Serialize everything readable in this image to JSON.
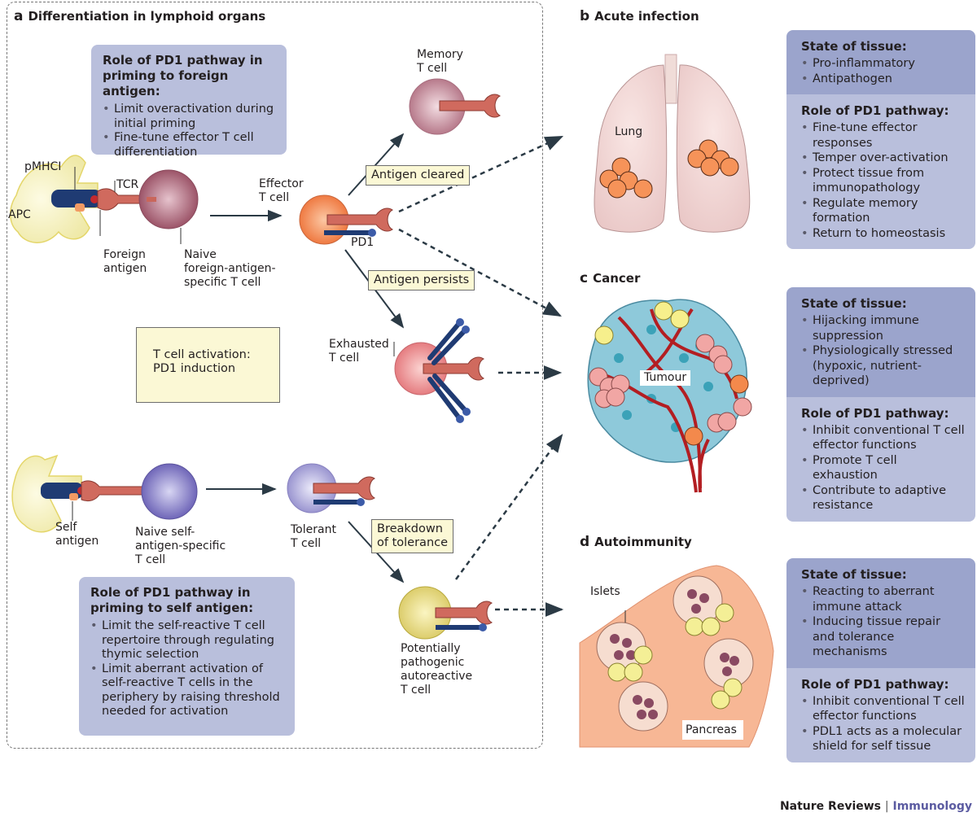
{
  "panels": {
    "a": {
      "letter": "a",
      "title": "Differentiation in lymphoid organs"
    },
    "b": {
      "letter": "b",
      "title": "Acute infection"
    },
    "c": {
      "letter": "c",
      "title": "Cancer"
    },
    "d": {
      "letter": "d",
      "title": "Autoimmunity"
    }
  },
  "foreign_priming_box": {
    "heading": "Role of PD1 pathway in priming to foreign antigen:",
    "bullets": [
      "Limit overactivation during initial priming",
      "Fine-tune effector T cell differentiation"
    ]
  },
  "self_priming_box": {
    "heading": "Role of PD1 pathway in priming to self antigen:",
    "bullets": [
      "Limit the self-reactive T cell repertoire through regulating thymic selection",
      "Limit aberrant activation of self-reactive T cells in the periphery by raising threshold needed for activation"
    ]
  },
  "activation_box": {
    "line1": "T cell activation:",
    "line2": "PD1 induction"
  },
  "condition_labels": {
    "antigen_cleared": "Antigen cleared",
    "antigen_persists": "Antigen persists",
    "breakdown_line1": "Breakdown",
    "breakdown_line2": "of tolerance"
  },
  "cell_labels": {
    "pmhci": "pMHCI",
    "tcr": "TCR",
    "apc": "APC",
    "foreign_antigen_1": "Foreign",
    "foreign_antigen_2": "antigen",
    "naive_foreign_1": "Naive",
    "naive_foreign_2": "foreign-antigen-",
    "naive_foreign_3": "specific T cell",
    "effector_1": "Effector",
    "effector_2": "T cell",
    "pd1": "PD1",
    "memory_1": "Memory",
    "memory_2": "T cell",
    "exhausted_1": "Exhausted",
    "exhausted_2": "T cell",
    "self_antigen_1": "Self",
    "self_antigen_2": "antigen",
    "naive_self_1": "Naive self-",
    "naive_self_2": "antigen-specific",
    "naive_self_3": "T cell",
    "tolerant_1": "Tolerant",
    "tolerant_2": "T cell",
    "pathogenic_1": "Potentially",
    "pathogenic_2": "pathogenic",
    "pathogenic_3": "autoreactive",
    "pathogenic_4": "T cell"
  },
  "tissue_labels": {
    "lung": "Lung",
    "tumour": "Tumour",
    "islets": "Islets",
    "pancreas": "Pancreas"
  },
  "side_boxes": {
    "acute": {
      "state_heading": "State of tissue:",
      "state_items": [
        "Pro-inflammatory",
        "Antipathogen"
      ],
      "role_heading": "Role of PD1 pathway:",
      "role_items": [
        "Fine-tune effector responses",
        "Temper over-activation",
        "Protect tissue from immunopathology",
        "Regulate memory formation",
        "Return to homeostasis"
      ]
    },
    "cancer": {
      "state_heading": "State of tissue:",
      "state_items": [
        "Hijacking immune suppression",
        "Physiologically stressed (hypoxic, nutrient-deprived)"
      ],
      "role_heading": "Role of PD1 pathway:",
      "role_items": [
        "Inhibit conventional T cell effector functions",
        "Promote T cell exhaustion",
        "Contribute to adaptive resistance"
      ]
    },
    "autoimmunity": {
      "state_heading": "State of tissue:",
      "state_items": [
        "Reacting to aberrant immune attack",
        "Inducing tissue repair and tolerance mechanisms"
      ],
      "role_heading": "Role of PD1 pathway:",
      "role_items": [
        "Inhibit conventional T cell effector functions",
        "PDL1 acts as a molecular shield for self tissue"
      ]
    }
  },
  "footer": {
    "publisher": "Nature Reviews",
    "separator": "|",
    "journal": "Immunology"
  },
  "colors": {
    "box_purple": "#b9bfdc",
    "box_purple_dark": "#9ba4cc",
    "box_yellow": "#fbf8d5",
    "arrow": "#2b3a45",
    "journal": "#5b5ba1"
  }
}
